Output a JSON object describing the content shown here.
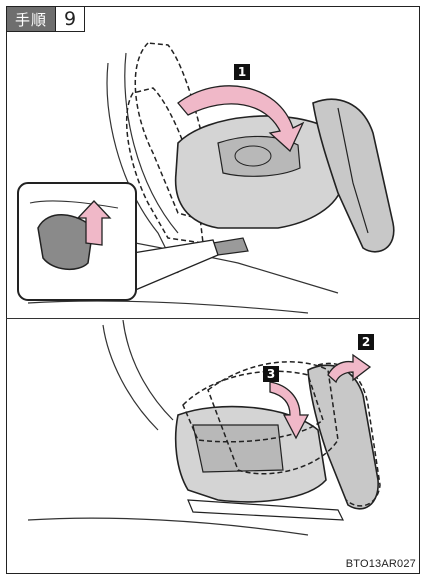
{
  "header": {
    "step_label": "手順",
    "step_number": "9"
  },
  "callouts": {
    "one": "1",
    "two": "2",
    "three": "3"
  },
  "footer": {
    "code": "BTO13AR027"
  },
  "colors": {
    "arrow": "#f0b8c8",
    "seat_fill": "#d4d4d4",
    "seat_dark": "#9a9a9a",
    "header_bg": "#6e6e6e"
  },
  "illustrations": {
    "top": "seat-fold-forward-lever-release",
    "bottom": "seat-tumble-upward-sequence"
  }
}
